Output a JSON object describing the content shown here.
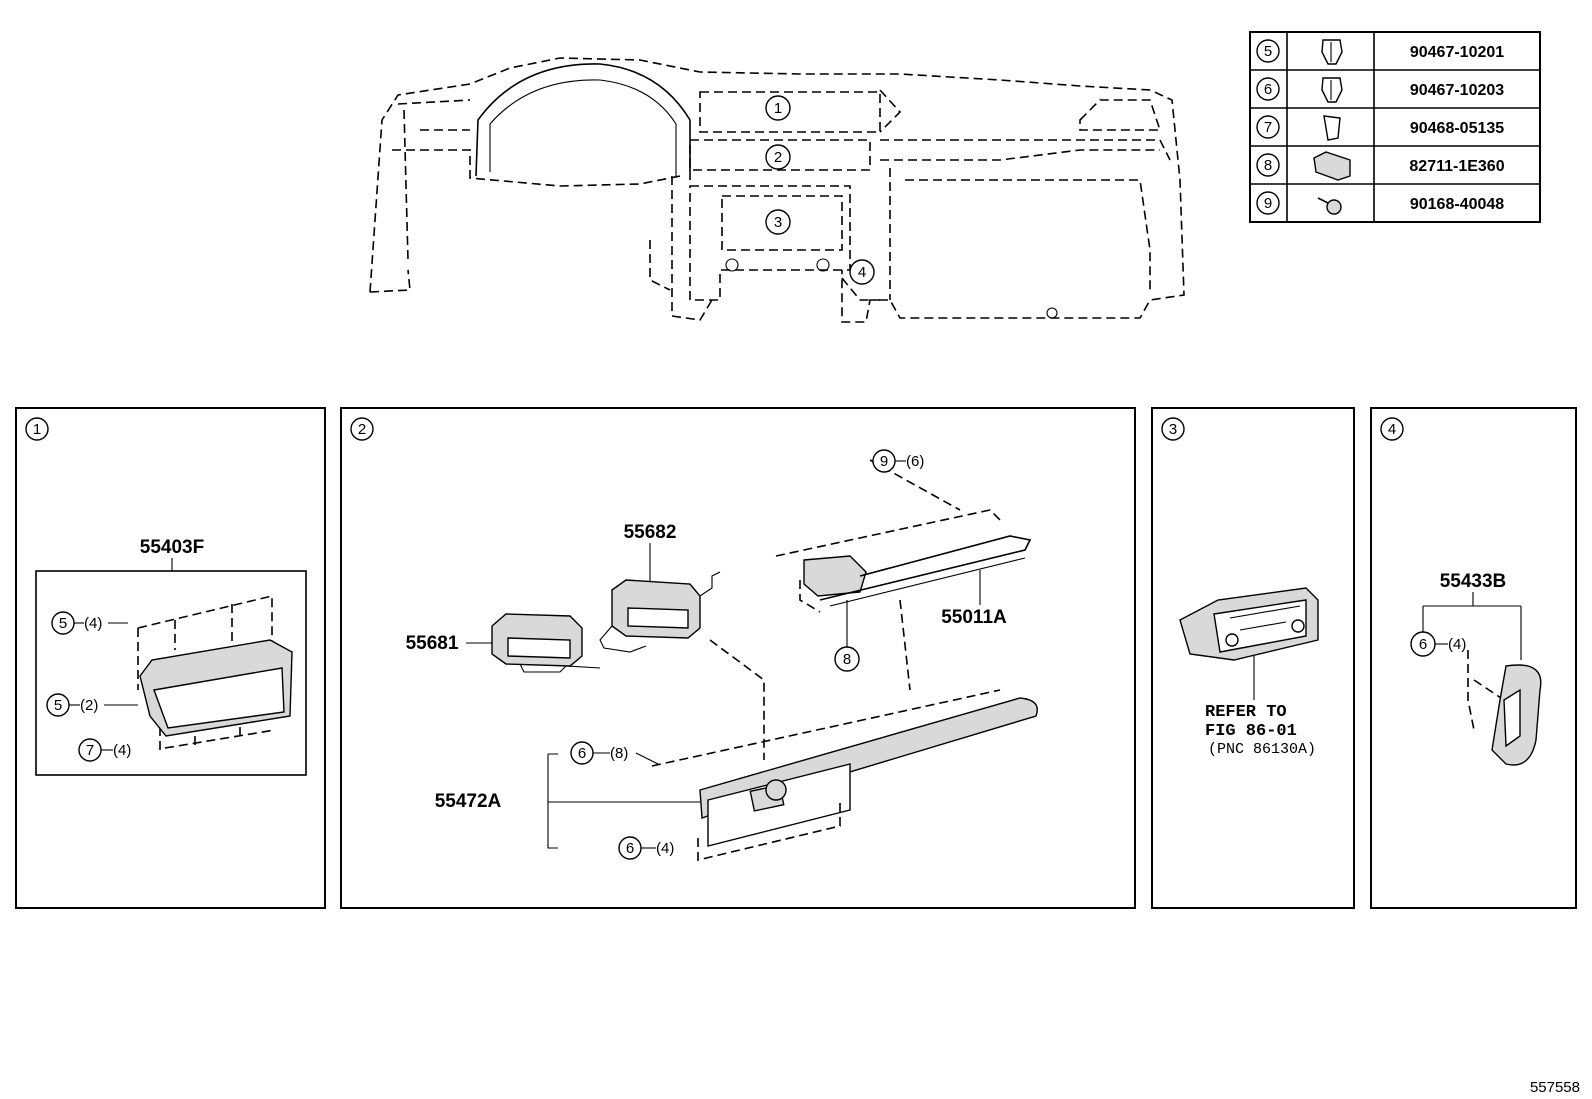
{
  "overview": {
    "callouts": [
      "1",
      "2",
      "3",
      "4"
    ]
  },
  "fastener_table": {
    "rows": [
      {
        "key": "5",
        "icon": "clip-icon",
        "part": "90467-10201"
      },
      {
        "key": "6",
        "icon": "clip-icon",
        "part": "90467-10203"
      },
      {
        "key": "7",
        "icon": "clip-icon",
        "part": "90468-05135"
      },
      {
        "key": "8",
        "icon": "nut-icon",
        "part": "82711-1E360"
      },
      {
        "key": "9",
        "icon": "screw-icon",
        "part": "90168-40048"
      }
    ]
  },
  "panels": {
    "p1": {
      "number": "1",
      "part": "55403F",
      "callouts": [
        {
          "key": "5",
          "qty": "(4)"
        },
        {
          "key": "5",
          "qty": "(2)"
        },
        {
          "key": "7",
          "qty": "(4)"
        }
      ]
    },
    "p2": {
      "number": "2",
      "parts": [
        "55682",
        "55681",
        "55011A",
        "55472A"
      ],
      "callouts": [
        {
          "key": "9",
          "qty": "(6)"
        },
        {
          "key": "8",
          "qty": ""
        },
        {
          "key": "6",
          "qty": "(8)"
        },
        {
          "key": "6",
          "qty": "(4)"
        }
      ]
    },
    "p3": {
      "number": "3",
      "refer_line1": "REFER TO",
      "refer_line2": "FIG 86-01",
      "refer_line3": "(PNC 86130A)"
    },
    "p4": {
      "number": "4",
      "part": "55433B",
      "callouts": [
        {
          "key": "6",
          "qty": "(4)"
        }
      ]
    }
  },
  "figure_id": "557558"
}
